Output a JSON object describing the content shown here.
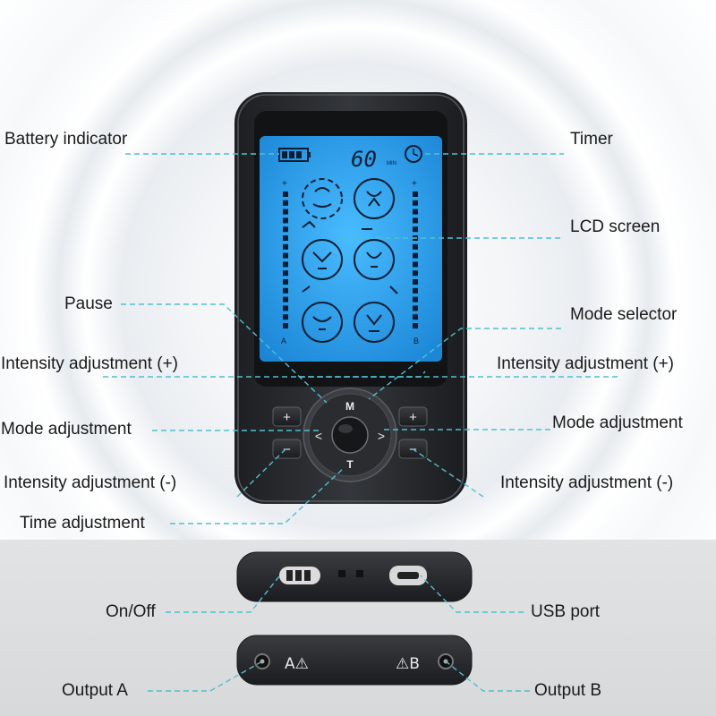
{
  "lcd": {
    "timer_value": "60",
    "timer_unit": "MIN",
    "channel_a": "A",
    "channel_b": "B"
  },
  "buttons": {
    "mode_center": "M",
    "time_center": "T",
    "plus": "+",
    "minus": "−",
    "left_arrow": "<",
    "right_arrow": ">"
  },
  "labels": {
    "battery_indicator": "Battery indicator",
    "timer": "Timer",
    "lcd_screen": "LCD screen",
    "pause": "Pause",
    "mode_selector": "Mode selector",
    "intensity_up_left": "Intensity adjustment (+)",
    "intensity_up_right": "Intensity adjustment (+)",
    "mode_adjust_left": "Mode adjustment",
    "mode_adjust_right": "Mode adjustment",
    "intensity_down_left": "Intensity adjustment (-)",
    "intensity_down_right": "Intensity adjustment (-)",
    "time_adjustment": "Time adjustment",
    "on_off": "On/Off",
    "usb_port": "USB port",
    "output_a": "Output A",
    "output_b": "Output B"
  },
  "ports": {
    "label_a": "A⚠",
    "label_b": "⚠B"
  },
  "colors": {
    "lcd_blue": "#2aa6f2",
    "leader_line": "#4fc0cf",
    "device_body": "#2b2d30"
  }
}
